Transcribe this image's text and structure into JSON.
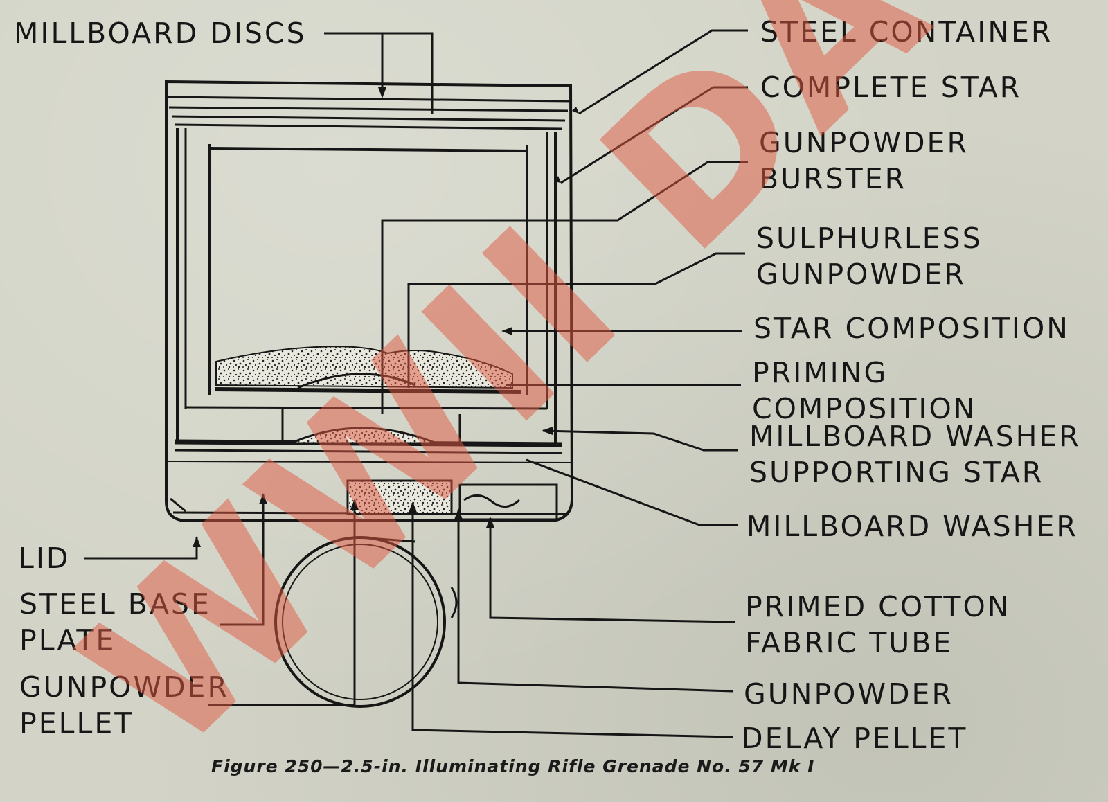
{
  "figure": {
    "caption": "Figure 250—2.5-in. Illuminating Rifle Grenade No. 57 Mk I"
  },
  "labels": {
    "millboard_discs": "MILLBOARD DISCS",
    "steel_container": "STEEL CONTAINER",
    "complete_star": "COMPLETE STAR",
    "gunpowder_burster": [
      "GUNPOWDER",
      "BURSTER"
    ],
    "sulphurless_gunpowder": [
      "SULPHURLESS",
      "GUNPOWDER"
    ],
    "star_composition": "STAR COMPOSITION",
    "priming_composition": [
      "PRIMING",
      "COMPOSITION"
    ],
    "millboard_washer_upper": "MILLBOARD WASHER",
    "supporting_star": "SUPPORTING STAR",
    "millboard_washer_lower": "MILLBOARD WASHER",
    "lid": "LID",
    "steel_base_plate": [
      "STEEL BASE",
      "PLATE"
    ],
    "gunpowder_pellet": [
      "GUNPOWDER",
      "PELLET"
    ],
    "primed_cotton_fabric_tube": [
      "PRIMED COTTON",
      "FABRIC TUBE"
    ],
    "gunpowder": "GUNPOWDER",
    "delay_pellet": "DELAY PELLET"
  },
  "watermark": {
    "text": "WWII DATA",
    "color": "#e0573f"
  },
  "colors": {
    "paper": "#d3d4c7",
    "ink": "#161616"
  }
}
